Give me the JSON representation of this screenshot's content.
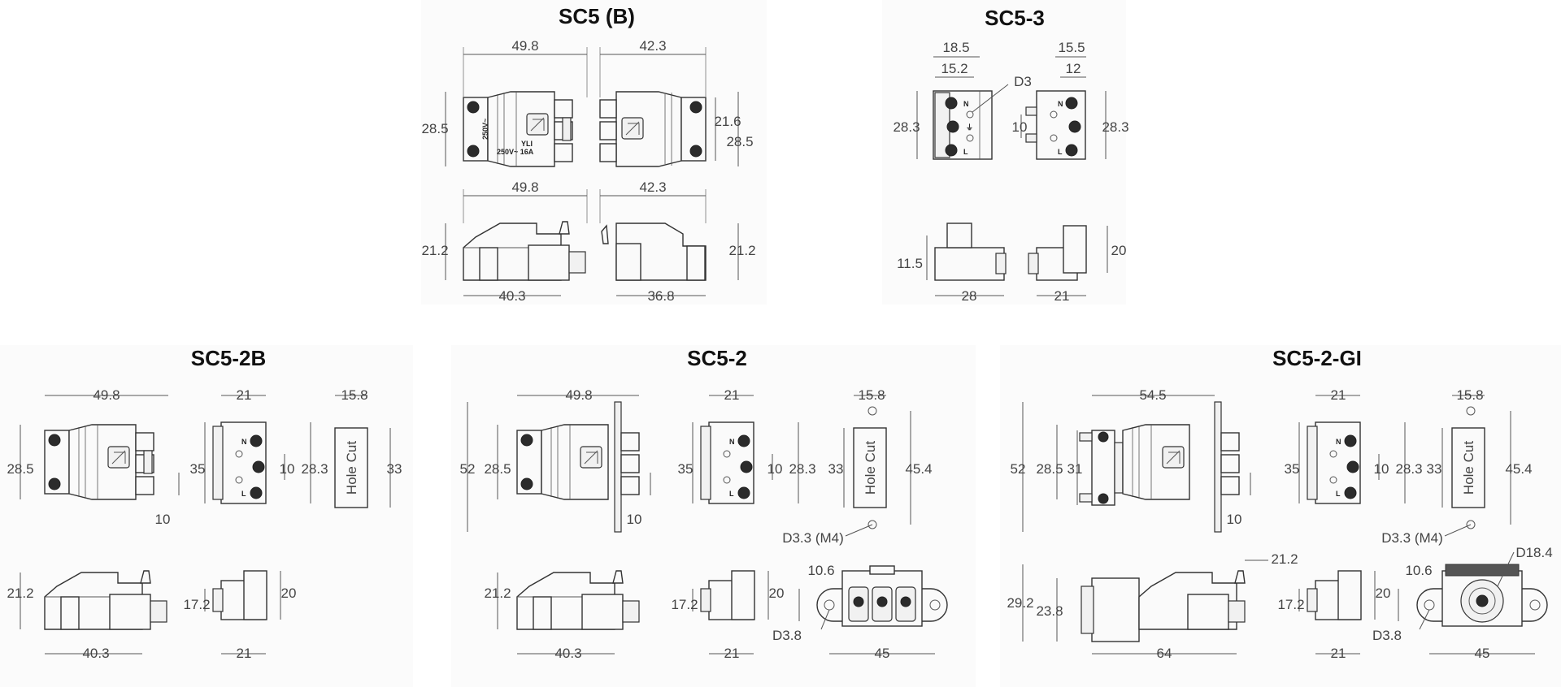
{
  "sections": {
    "sc5b": {
      "title": "SC5 (B)",
      "dims": [
        "49.8",
        "42.3",
        "28.5",
        "21.6",
        "28.5",
        "49.8",
        "42.3",
        "21.2",
        "21.2",
        "40.3",
        "36.8"
      ]
    },
    "sc53": {
      "title": "SC5-3",
      "dims": [
        "18.5",
        "15.5",
        "15.2",
        "12",
        "D3",
        "28.3",
        "10",
        "28.3",
        "11.5",
        "28",
        "21",
        "20"
      ]
    },
    "sc52b": {
      "title": "SC5-2B",
      "dims": [
        "49.8",
        "21",
        "15.8",
        "28.5",
        "35",
        "10",
        "28.3",
        "33",
        "10",
        "21.2",
        "17.2",
        "20",
        "40.3",
        "21"
      ],
      "hole_cut": "Hole Cut"
    },
    "sc52": {
      "title": "SC5-2",
      "dims": [
        "49.8",
        "21",
        "15.8",
        "52",
        "28.5",
        "35",
        "10",
        "28.3",
        "33",
        "45.4",
        "10",
        "D3.3 (M4)",
        "10.6",
        "21.2",
        "17.2",
        "20",
        "D3.8",
        "40.3",
        "21",
        "45"
      ],
      "hole_cut": "Hole Cut"
    },
    "sc52gi": {
      "title": "SC5-2-GI",
      "dims": [
        "54.5",
        "21",
        "15.8",
        "52",
        "28.5",
        "31",
        "35",
        "10",
        "28.3",
        "33",
        "45.4",
        "10",
        "D3.3 (M4)",
        "21.2",
        "D18.4",
        "10.6",
        "29.2",
        "23.8",
        "17.2",
        "20",
        "D3.8",
        "64",
        "21",
        "45"
      ],
      "hole_cut": "Hole Cut"
    }
  },
  "terminal_labels": {
    "n": "N",
    "l": "L",
    "earth": "⏚"
  },
  "body_mark": "YLI",
  "rating_text": "250V~ 16A"
}
